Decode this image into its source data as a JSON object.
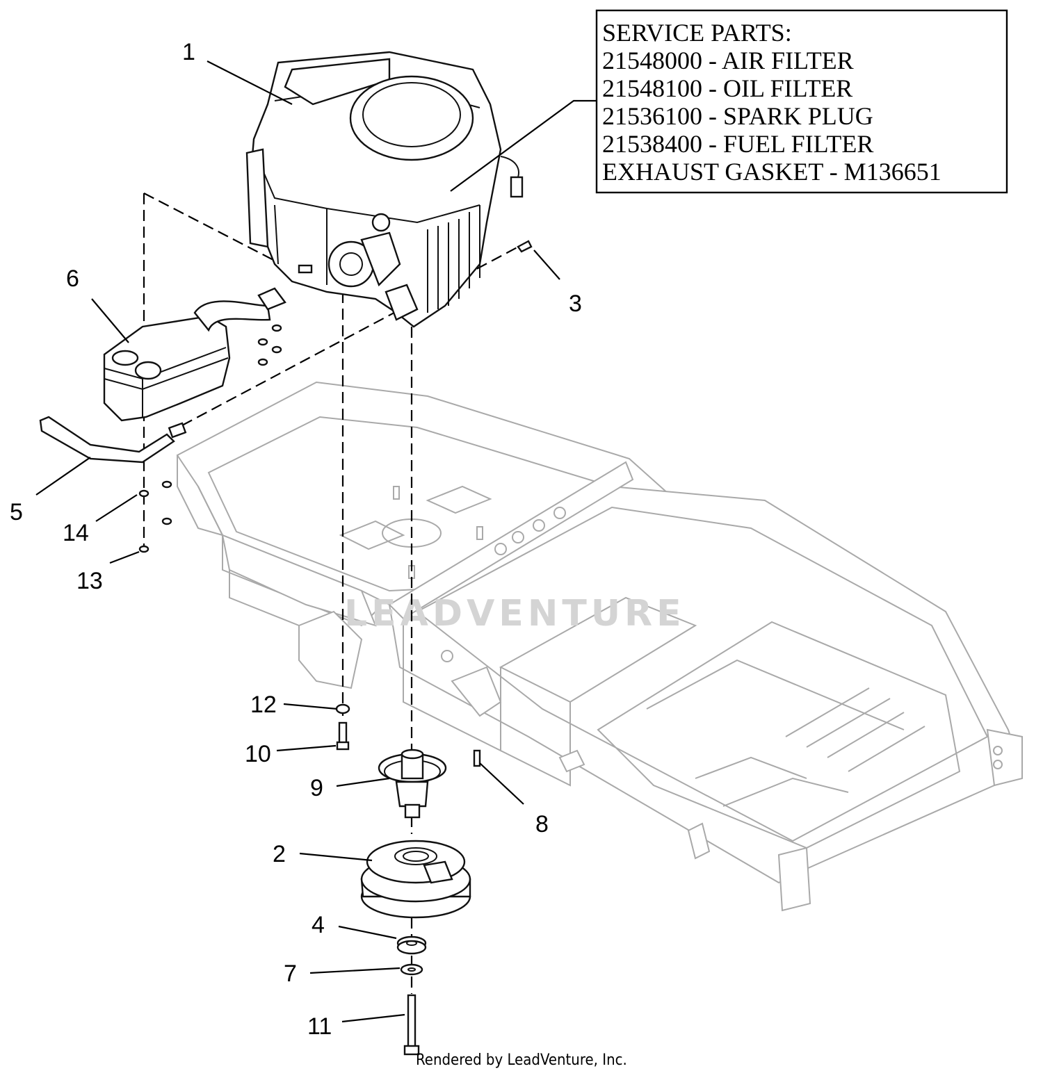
{
  "service_parts": {
    "title": "SERVICE PARTS:",
    "lines": [
      "21548000 - AIR FILTER",
      "21548100 - OIL FILTER",
      "21536100 - SPARK PLUG",
      "21538400 - FUEL FILTER",
      "EXHAUST GASKET - M136651"
    ]
  },
  "callouts": {
    "c1": "1",
    "c2": "2",
    "c3": "3",
    "c4": "4",
    "c5": "5",
    "c6": "6",
    "c7": "7",
    "c8": "8",
    "c9": "9",
    "c10": "10",
    "c11": "11",
    "c12": "12",
    "c13": "13",
    "c14": "14"
  },
  "watermark": "LEADVENTURE",
  "credit": "Rendered by LeadVenture, Inc."
}
